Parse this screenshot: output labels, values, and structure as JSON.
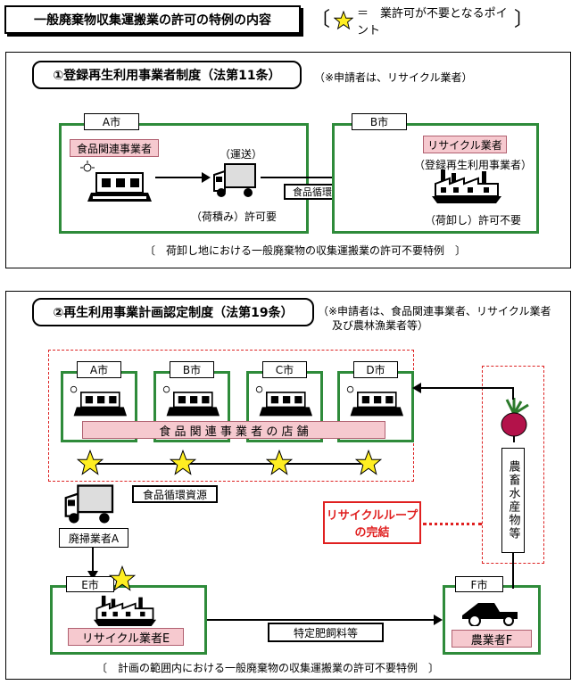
{
  "header": {
    "title": "一般廃棄物収集運搬業の許可の特例の内容",
    "legend_text": "＝　業許可が不要となるポイント"
  },
  "section1": {
    "heading": "①登録再生利用事業者制度（法第11条）",
    "note": "（※申請者は、リサイクル業者）",
    "city_a": "A市",
    "city_b": "B市",
    "food_business": "食品関連事業者",
    "transport": "（運送）",
    "loading": "（荷積み）許可要",
    "resource": "食品循環資源",
    "recycler": "リサイクル業者",
    "registered": "（登録再生利用事業者）",
    "unloading": "（荷卸し）許可不要",
    "footer": "荷卸し地における一般廃棄物の収集運搬業の許可不要特例"
  },
  "section2": {
    "heading": "②再生利用事業計画認定制度（法第19条）",
    "note_line1": "（※申請者は、食品関連事業者、リサイクル業者",
    "note_line2": "及び農林漁業者等）",
    "cities": [
      "A市",
      "B市",
      "C市",
      "D市"
    ],
    "stores": "食 品 関 連 事 業 者 の 店 舗",
    "resource": "食品循環資源",
    "waste_hauler": "廃掃業者A",
    "loop_line1": "リサイクルループ",
    "loop_line2": "の完結",
    "produce": "農畜水産物等",
    "city_e": "E市",
    "recycler_e": "リサイクル業者E",
    "fertilizer": "特定肥飼料等",
    "city_f": "F市",
    "farmer_f": "農業者F",
    "footer": "計画の範囲内における一般廃棄物の収集運搬業の許可不要特例"
  },
  "colors": {
    "green_border": "#2e8b3a",
    "pink_fill": "#f6c9cf",
    "red_text": "#e02020",
    "star_fill": "#ffee22"
  }
}
